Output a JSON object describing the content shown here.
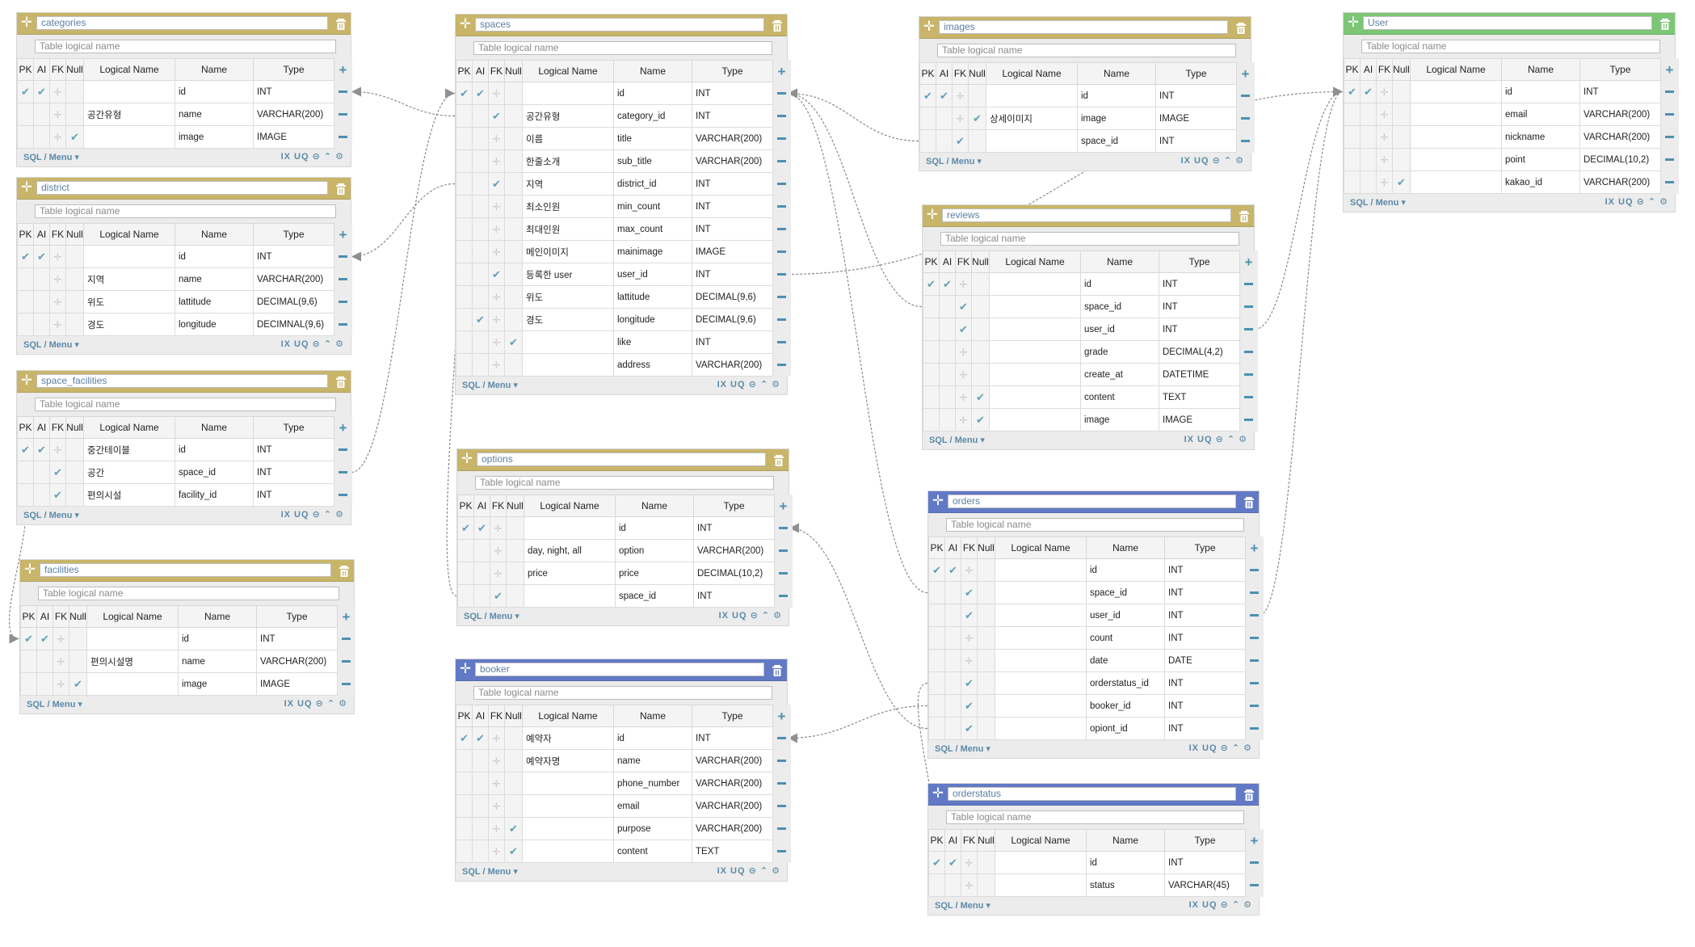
{
  "ui": {
    "logical_placeholder": "Table logical name",
    "col_headers": [
      "PK",
      "AI",
      "FK",
      "Null",
      "Logical Name",
      "Name",
      "Type"
    ],
    "footer_menu": "SQL / Menu",
    "footer_tools": "IX UQ"
  },
  "colors": {
    "gold": "#c8b56a",
    "blue": "#6279c6",
    "green": "#7cc676",
    "check": "#5ea0b4",
    "link": "#8a8a8a"
  },
  "tables": [
    {
      "name": "categories",
      "color": "gold",
      "columns": [
        {
          "pk": true,
          "ai": true,
          "fk": false,
          "null": false,
          "logical": "",
          "name": "id",
          "type": "INT"
        },
        {
          "pk": false,
          "ai": false,
          "fk": false,
          "null": false,
          "logical": "공간유형",
          "name": "name",
          "type": "VARCHAR(200)"
        },
        {
          "pk": false,
          "ai": false,
          "fk": false,
          "null": true,
          "logical": "",
          "name": "image",
          "type": "IMAGE"
        }
      ]
    },
    {
      "name": "district",
      "color": "gold",
      "columns": [
        {
          "pk": true,
          "ai": true,
          "fk": false,
          "null": false,
          "logical": "",
          "name": "id",
          "type": "INT"
        },
        {
          "pk": false,
          "ai": false,
          "fk": false,
          "null": false,
          "logical": "지역",
          "name": "name",
          "type": "VARCHAR(200)"
        },
        {
          "pk": false,
          "ai": false,
          "fk": false,
          "null": false,
          "logical": "위도",
          "name": "lattitude",
          "type": "DECIMAL(9,6)"
        },
        {
          "pk": false,
          "ai": false,
          "fk": false,
          "null": false,
          "logical": "경도",
          "name": "longitude",
          "type": "DECIMNAL(9,6)"
        }
      ]
    },
    {
      "name": "space_facilities",
      "color": "gold",
      "columns": [
        {
          "pk": true,
          "ai": true,
          "fk": false,
          "null": false,
          "logical": "중간테이블",
          "name": "id",
          "type": "INT"
        },
        {
          "pk": false,
          "ai": false,
          "fk": true,
          "null": false,
          "logical": "공간",
          "name": "space_id",
          "type": "INT"
        },
        {
          "pk": false,
          "ai": false,
          "fk": true,
          "null": false,
          "logical": "편의시설",
          "name": "facility_id",
          "type": "INT"
        }
      ]
    },
    {
      "name": "facilities",
      "color": "gold",
      "columns": [
        {
          "pk": true,
          "ai": true,
          "fk": false,
          "null": false,
          "logical": "",
          "name": "id",
          "type": "INT"
        },
        {
          "pk": false,
          "ai": false,
          "fk": false,
          "null": false,
          "logical": "편의시설명",
          "name": "name",
          "type": "VARCHAR(200)"
        },
        {
          "pk": false,
          "ai": false,
          "fk": false,
          "null": true,
          "logical": "",
          "name": "image",
          "type": "IMAGE"
        }
      ]
    },
    {
      "name": "spaces",
      "color": "gold",
      "columns": [
        {
          "pk": true,
          "ai": true,
          "fk": false,
          "null": false,
          "logical": "",
          "name": "id",
          "type": "INT"
        },
        {
          "pk": false,
          "ai": false,
          "fk": true,
          "null": false,
          "logical": "공간유형",
          "name": "category_id",
          "type": "INT"
        },
        {
          "pk": false,
          "ai": false,
          "fk": false,
          "null": false,
          "logical": "이름",
          "name": "title",
          "type": "VARCHAR(200)"
        },
        {
          "pk": false,
          "ai": false,
          "fk": false,
          "null": false,
          "logical": "한줄소개",
          "name": "sub_title",
          "type": "VARCHAR(200)"
        },
        {
          "pk": false,
          "ai": false,
          "fk": true,
          "null": false,
          "logical": "지역",
          "name": "district_id",
          "type": "INT"
        },
        {
          "pk": false,
          "ai": false,
          "fk": false,
          "null": false,
          "logical": "최소인원",
          "name": "min_count",
          "type": "INT"
        },
        {
          "pk": false,
          "ai": false,
          "fk": false,
          "null": false,
          "logical": "최대인원",
          "name": "max_count",
          "type": "INT"
        },
        {
          "pk": false,
          "ai": false,
          "fk": false,
          "null": false,
          "logical": "메인이미지",
          "name": "mainimage",
          "type": "IMAGE"
        },
        {
          "pk": false,
          "ai": false,
          "fk": true,
          "null": false,
          "logical": "등록한 user",
          "name": "user_id",
          "type": "INT"
        },
        {
          "pk": false,
          "ai": false,
          "fk": false,
          "null": false,
          "logical": "위도",
          "name": "lattitude",
          "type": "DECIMAL(9,6)"
        },
        {
          "pk": false,
          "ai": true,
          "fk": false,
          "null": false,
          "logical": "경도",
          "name": "longitude",
          "type": "DECIMAL(9,6)"
        },
        {
          "pk": false,
          "ai": false,
          "fk": false,
          "null": true,
          "logical": "",
          "name": "like",
          "type": "INT"
        },
        {
          "pk": false,
          "ai": false,
          "fk": false,
          "null": false,
          "logical": "",
          "name": "address",
          "type": "VARCHAR(200)"
        }
      ]
    },
    {
      "name": "options",
      "color": "gold",
      "columns": [
        {
          "pk": true,
          "ai": true,
          "fk": false,
          "null": false,
          "logical": "",
          "name": "id",
          "type": "INT"
        },
        {
          "pk": false,
          "ai": false,
          "fk": false,
          "null": false,
          "logical": "day, night, all",
          "name": "option",
          "type": "VARCHAR(200)"
        },
        {
          "pk": false,
          "ai": false,
          "fk": false,
          "null": false,
          "logical": "price",
          "name": "price",
          "type": "DECIMAL(10,2)"
        },
        {
          "pk": false,
          "ai": false,
          "fk": true,
          "null": false,
          "logical": "",
          "name": "space_id",
          "type": "INT"
        }
      ]
    },
    {
      "name": "booker",
      "color": "blue",
      "columns": [
        {
          "pk": true,
          "ai": true,
          "fk": false,
          "null": false,
          "logical": "예약자",
          "name": "id",
          "type": "INT"
        },
        {
          "pk": false,
          "ai": false,
          "fk": false,
          "null": false,
          "logical": "예약자명",
          "name": "name",
          "type": "VARCHAR(200)"
        },
        {
          "pk": false,
          "ai": false,
          "fk": false,
          "null": false,
          "logical": "",
          "name": "phone_number",
          "type": "VARCHAR(200)"
        },
        {
          "pk": false,
          "ai": false,
          "fk": false,
          "null": false,
          "logical": "",
          "name": "email",
          "type": "VARCHAR(200)"
        },
        {
          "pk": false,
          "ai": false,
          "fk": false,
          "null": true,
          "logical": "",
          "name": "purpose",
          "type": "VARCHAR(200)"
        },
        {
          "pk": false,
          "ai": false,
          "fk": false,
          "null": true,
          "logical": "",
          "name": "content",
          "type": "TEXT"
        }
      ]
    },
    {
      "name": "images",
      "color": "gold",
      "columns": [
        {
          "pk": true,
          "ai": true,
          "fk": false,
          "null": false,
          "logical": "",
          "name": "id",
          "type": "INT"
        },
        {
          "pk": false,
          "ai": false,
          "fk": false,
          "null": true,
          "logical": "상세이미지",
          "name": "image",
          "type": "IMAGE"
        },
        {
          "pk": false,
          "ai": false,
          "fk": true,
          "null": false,
          "logical": "",
          "name": "space_id",
          "type": "INT"
        }
      ]
    },
    {
      "name": "reviews",
      "color": "gold",
      "columns": [
        {
          "pk": true,
          "ai": true,
          "fk": false,
          "null": false,
          "logical": "",
          "name": "id",
          "type": "INT"
        },
        {
          "pk": false,
          "ai": false,
          "fk": true,
          "null": false,
          "logical": "",
          "name": "space_id",
          "type": "INT"
        },
        {
          "pk": false,
          "ai": false,
          "fk": true,
          "null": false,
          "logical": "",
          "name": "user_id",
          "type": "INT"
        },
        {
          "pk": false,
          "ai": false,
          "fk": false,
          "null": false,
          "logical": "",
          "name": "grade",
          "type": "DECIMAL(4,2)"
        },
        {
          "pk": false,
          "ai": false,
          "fk": false,
          "null": false,
          "logical": "",
          "name": "create_at",
          "type": "DATETIME"
        },
        {
          "pk": false,
          "ai": false,
          "fk": false,
          "null": true,
          "logical": "",
          "name": "content",
          "type": "TEXT"
        },
        {
          "pk": false,
          "ai": false,
          "fk": false,
          "null": true,
          "logical": "",
          "name": "image",
          "type": "IMAGE"
        }
      ]
    },
    {
      "name": "orders",
      "color": "blue",
      "columns": [
        {
          "pk": true,
          "ai": true,
          "fk": false,
          "null": false,
          "logical": "",
          "name": "id",
          "type": "INT"
        },
        {
          "pk": false,
          "ai": false,
          "fk": true,
          "null": false,
          "logical": "",
          "name": "space_id",
          "type": "INT"
        },
        {
          "pk": false,
          "ai": false,
          "fk": true,
          "null": false,
          "logical": "",
          "name": "user_id",
          "type": "INT"
        },
        {
          "pk": false,
          "ai": false,
          "fk": false,
          "null": false,
          "logical": "",
          "name": "count",
          "type": "INT"
        },
        {
          "pk": false,
          "ai": false,
          "fk": false,
          "null": false,
          "logical": "",
          "name": "date",
          "type": "DATE"
        },
        {
          "pk": false,
          "ai": false,
          "fk": true,
          "null": false,
          "logical": "",
          "name": "orderstatus_id",
          "type": "INT"
        },
        {
          "pk": false,
          "ai": false,
          "fk": true,
          "null": false,
          "logical": "",
          "name": "booker_id",
          "type": "INT"
        },
        {
          "pk": false,
          "ai": false,
          "fk": true,
          "null": false,
          "logical": "",
          "name": "opiont_id",
          "type": "INT"
        }
      ]
    },
    {
      "name": "orderstatus",
      "color": "blue",
      "columns": [
        {
          "pk": true,
          "ai": true,
          "fk": false,
          "null": false,
          "logical": "",
          "name": "id",
          "type": "INT"
        },
        {
          "pk": false,
          "ai": false,
          "fk": false,
          "null": false,
          "logical": "",
          "name": "status",
          "type": "VARCHAR(45)"
        }
      ]
    },
    {
      "name": "User",
      "color": "green",
      "columns": [
        {
          "pk": true,
          "ai": true,
          "fk": false,
          "null": false,
          "logical": "",
          "name": "id",
          "type": "INT"
        },
        {
          "pk": false,
          "ai": false,
          "fk": false,
          "null": false,
          "logical": "",
          "name": "email",
          "type": "VARCHAR(200)"
        },
        {
          "pk": false,
          "ai": false,
          "fk": false,
          "null": false,
          "logical": "",
          "name": "nickname",
          "type": "VARCHAR(200)"
        },
        {
          "pk": false,
          "ai": false,
          "fk": false,
          "null": false,
          "logical": "",
          "name": "point",
          "type": "DECIMAL(10,2)"
        },
        {
          "pk": false,
          "ai": false,
          "fk": false,
          "null": true,
          "logical": "",
          "name": "kakao_id",
          "type": "VARCHAR(200)"
        }
      ]
    }
  ],
  "relations": [
    {
      "from": "spaces",
      "from_col": "category_id",
      "to": "categories",
      "to_col": "id"
    },
    {
      "from": "spaces",
      "from_col": "district_id",
      "to": "district",
      "to_col": "id"
    },
    {
      "from": "space_facilities",
      "from_col": "space_id",
      "to": "spaces",
      "to_col": "id"
    },
    {
      "from": "space_facilities",
      "from_col": "facility_id",
      "to": "facilities",
      "to_col": "id"
    },
    {
      "from": "options",
      "from_col": "space_id",
      "to": "spaces",
      "to_col": "id"
    },
    {
      "from": "images",
      "from_col": "space_id",
      "to": "spaces",
      "to_col": "id"
    },
    {
      "from": "reviews",
      "from_col": "space_id",
      "to": "spaces",
      "to_col": "id"
    },
    {
      "from": "reviews",
      "from_col": "user_id",
      "to": "User",
      "to_col": "id"
    },
    {
      "from": "spaces",
      "from_col": "user_id",
      "to": "User",
      "to_col": "id"
    },
    {
      "from": "orders",
      "from_col": "space_id",
      "to": "spaces",
      "to_col": "id"
    },
    {
      "from": "orders",
      "from_col": "user_id",
      "to": "User",
      "to_col": "id"
    },
    {
      "from": "orders",
      "from_col": "orderstatus_id",
      "to": "orderstatus",
      "to_col": "id"
    },
    {
      "from": "orders",
      "from_col": "booker_id",
      "to": "booker",
      "to_col": "id"
    },
    {
      "from": "orders",
      "from_col": "opiont_id",
      "to": "options",
      "to_col": "id"
    }
  ]
}
